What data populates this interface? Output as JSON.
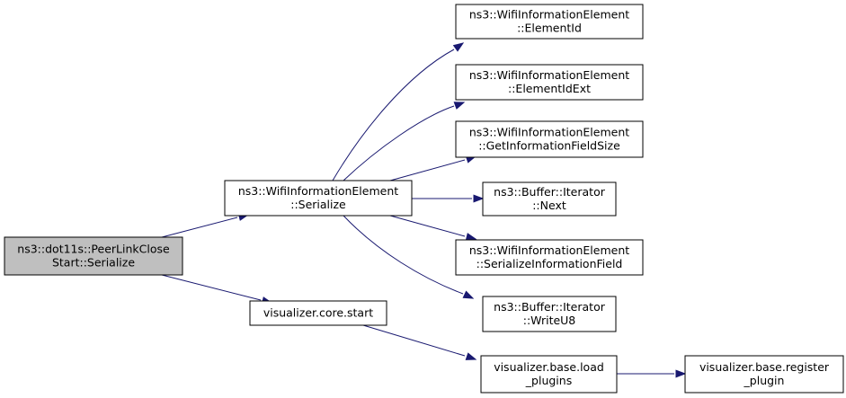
{
  "diagram": {
    "nodes": [
      {
        "id": "root",
        "root": true,
        "lines": [
          "ns3::dot11s::PeerLinkClose",
          "Start::Serialize"
        ]
      },
      {
        "id": "wifi-serialize",
        "lines": [
          "ns3::WifiInformationElement",
          "::Serialize"
        ]
      },
      {
        "id": "vis-core-start",
        "lines": [
          "visualizer.core.start"
        ]
      },
      {
        "id": "element-id",
        "lines": [
          "ns3::WifiInformationElement",
          "::ElementId"
        ]
      },
      {
        "id": "element-id-ext",
        "lines": [
          "ns3::WifiInformationElement",
          "::ElementIdExt"
        ]
      },
      {
        "id": "get-info-field-size",
        "lines": [
          "ns3::WifiInformationElement",
          "::GetInformationFieldSize"
        ]
      },
      {
        "id": "buffer-next",
        "lines": [
          "ns3::Buffer::Iterator",
          "::Next"
        ]
      },
      {
        "id": "serialize-info-field",
        "lines": [
          "ns3::WifiInformationElement",
          "::SerializeInformationField"
        ]
      },
      {
        "id": "buffer-writeu8",
        "lines": [
          "ns3::Buffer::Iterator",
          "::WriteU8"
        ]
      },
      {
        "id": "vis-base-load-plugins",
        "lines": [
          "visualizer.base.load",
          "_plugins"
        ]
      },
      {
        "id": "vis-base-register-plugin",
        "lines": [
          "visualizer.base.register",
          "_plugin"
        ]
      }
    ],
    "edges": [
      {
        "from": "root",
        "to": "wifi-serialize"
      },
      {
        "from": "root",
        "to": "vis-core-start"
      },
      {
        "from": "wifi-serialize",
        "to": "element-id"
      },
      {
        "from": "wifi-serialize",
        "to": "element-id-ext"
      },
      {
        "from": "wifi-serialize",
        "to": "get-info-field-size"
      },
      {
        "from": "wifi-serialize",
        "to": "buffer-next"
      },
      {
        "from": "wifi-serialize",
        "to": "serialize-info-field"
      },
      {
        "from": "wifi-serialize",
        "to": "buffer-writeu8"
      },
      {
        "from": "vis-core-start",
        "to": "vis-base-load-plugins"
      },
      {
        "from": "vis-base-load-plugins",
        "to": "vis-base-register-plugin"
      }
    ],
    "colors": {
      "edge": "#191970",
      "root_fill": "#bfbfbf",
      "node_fill": "#ffffff",
      "border": "#000000"
    }
  }
}
